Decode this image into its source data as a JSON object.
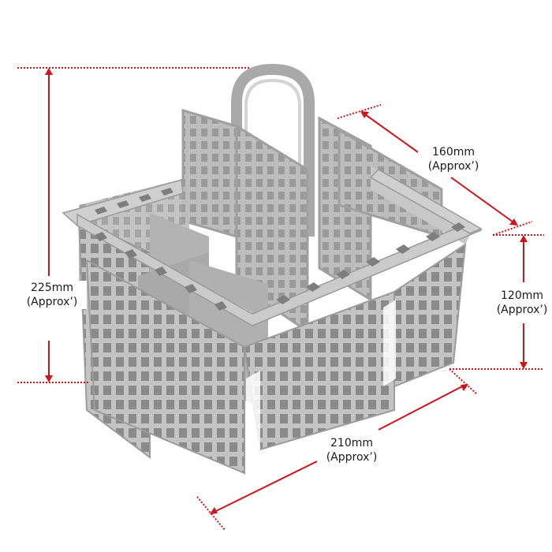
{
  "image": {
    "subject": "Dishwasher cutlery basket with handle",
    "colors": {
      "basket": "#b9b9b9",
      "basket_dark": "#8e8e8e",
      "basket_light": "#d6d6d6",
      "dimension_line": "#d0141b",
      "label_text": "#1a1a1a",
      "background": "#ffffff"
    }
  },
  "dimensions": {
    "height_total": {
      "value": "225mm",
      "note": "(Approx’)"
    },
    "depth": {
      "value": "160mm",
      "note": "(Approx’)"
    },
    "height_basket": {
      "value": "120mm",
      "note": "(Approx’)"
    },
    "width": {
      "value": "210mm",
      "note": "(Approx’)"
    }
  }
}
